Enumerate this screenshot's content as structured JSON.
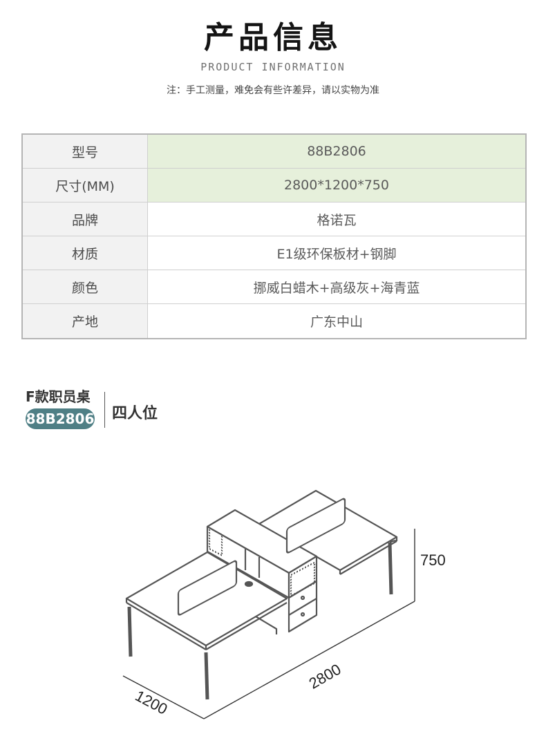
{
  "header": {
    "title": "产品信息",
    "subtitle": "PRODUCT INFORMATION",
    "note": "注：手工测量，难免会有些许差异，请以实物为准"
  },
  "specs": [
    {
      "label": "型号",
      "value": "88B2806"
    },
    {
      "label": "尺寸(MM)",
      "value": "2800*1200*750"
    },
    {
      "label": "品牌",
      "value": "格诺瓦"
    },
    {
      "label": "材质",
      "value": "E1级环保板材+钢脚"
    },
    {
      "label": "颜色",
      "value": "挪威白蜡木+高级灰+海青蓝"
    },
    {
      "label": "产地",
      "value": "广东中山"
    }
  ],
  "model": {
    "name": "F款职员桌",
    "code": "88B2806",
    "seats": "四人位"
  },
  "dimensions": {
    "height": "750",
    "length": "2800",
    "width": "1200"
  },
  "colors": {
    "badge": "#4f7f85",
    "highlight_row": "#e6f0db",
    "label_cell": "#f2f2f2"
  }
}
